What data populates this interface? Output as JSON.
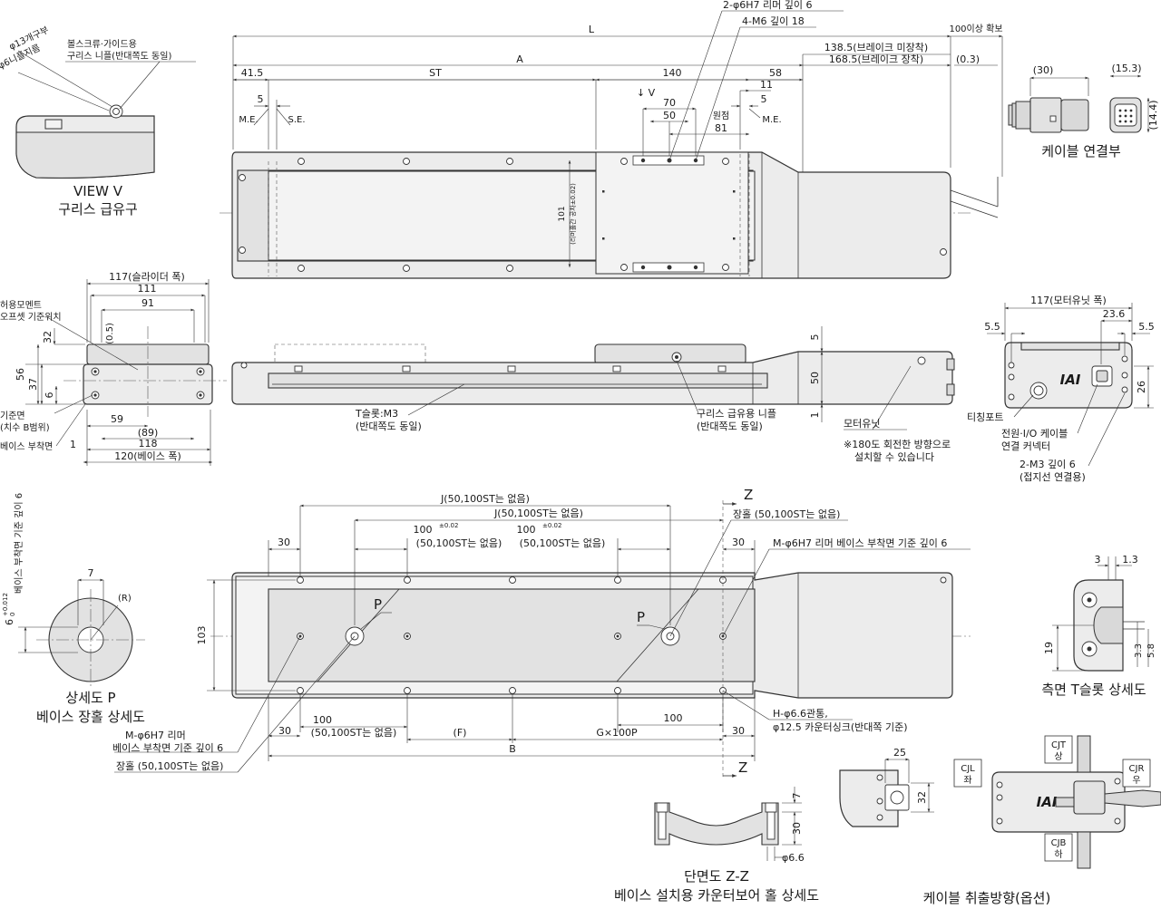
{
  "top_view": {
    "L": "L",
    "A": "A",
    "d41_5": "41.5",
    "ST": "ST",
    "d140": "140",
    "d58": "58",
    "d5_left": "5",
    "ME_left": "M.E.",
    "SE": "S.E.",
    "arrow_v": "↓ V",
    "d70": "70",
    "d50": "50",
    "origin": "원점",
    "d81": "81",
    "d11": "11",
    "d5_right": "5",
    "ME_right": "M.E.",
    "reamer_note": "2-φ6H7 리머 깊이 6",
    "m6_note": "4-M6 깊이 18",
    "brake_none": "138.5(브레이크 미장착)",
    "brake_with": "168.5(브레이크 장착)",
    "min100": "100이상 확보",
    "d0_3": "(0.3)",
    "d101": "101",
    "d101_sub": "(리머홀간 공차±0.02)"
  },
  "cable_conn": {
    "d30": "(30)",
    "d15_3": "(15.3)",
    "d14_4": "(14.4)",
    "label": "케이블 연결부"
  },
  "view_v": {
    "phi13": "φ13개구부",
    "phi6": "φ6니플지름",
    "nipple_l1": "볼스크류·가이드용",
    "nipple_l2": "구리스 니플(반대쪽도 동일)",
    "title1": "VIEW V",
    "title2": "구리스 급유구"
  },
  "front_view": {
    "d117": "117(슬라이더 폭)",
    "d111": "111",
    "d91": "91",
    "d0_5": "(0.5)",
    "d32": "32",
    "d56": "56",
    "d37": "37",
    "d6": "6",
    "d59": "59",
    "d89": "(89)",
    "d118": "118",
    "d1": "1",
    "d120": "120(베이스 폭)",
    "moment1": "허용모멘트",
    "moment2": "오프셋 기준위치",
    "ref1": "기준면",
    "ref2": "(치수 B범위)",
    "mount": "베이스 부착면"
  },
  "side_view": {
    "tslot1": "T슬롯:M3",
    "tslot2": "(반대쪽도 동일)",
    "grease1": "구리스 급유용 니플",
    "grease2": "(반대쪽도 동일)",
    "d5": "5",
    "d50": "50",
    "d1": "1",
    "motor1": "모터유닛",
    "motor2": "※180도 회전한 방향으로",
    "motor3": "설치할 수 있습니다"
  },
  "motor_end": {
    "d117": "117(모터유닛 폭)",
    "d5_5a": "5.5",
    "d23_6": "23.6",
    "d5_5b": "5.5",
    "d26": "26",
    "teaching": "티칭포트",
    "power1": "전원·I/O 케이블",
    "power2": "연결 커넥터",
    "m3_1": "2-M3 깊이 6",
    "m3_2": "(접지선 연결용)",
    "logo": "IAI"
  },
  "bottom_view": {
    "J1": "J(50,100ST는 없음)",
    "J2": "J(50,100ST는 없음)",
    "Z_top": "Z",
    "Z_bottom": "Z",
    "slot_note": "장홀 (50,100ST는 없음)",
    "d30_tl": "30",
    "d100a": "100",
    "d100a_tol": "±0.02",
    "d100a_sub": "(50,100ST는 없음)",
    "d100b": "100",
    "d100b_tol": "±0.02",
    "d100b_sub": "(50,100ST는 없음)",
    "d30_tr": "30",
    "m_reamer": "M-φ6H7 리머 베이스 부착면 기준 깊이 6",
    "d103": "103",
    "P_left": "P",
    "P_right": "P",
    "d100c": "100",
    "d100c_sub": "(50,100ST는 없음)",
    "d30_bl": "30",
    "F": "(F)",
    "G": "G×100P",
    "d100d": "100",
    "d30_br": "30",
    "B": "B",
    "h_note1": "H-φ6.6관통,",
    "h_note2": "φ12.5 카운터싱크(반대쪽 기준)",
    "m_note1": "M-φ6H7 리머",
    "m_note2": "베이스 부착면 기준 깊이 6",
    "slot_note2": "장홀 (50,100ST는 없음)"
  },
  "detail_p": {
    "d7": "7",
    "R": "(R)",
    "d6": "6",
    "tol": "+0.012",
    "tol0": "0",
    "vert": "베이스 부착면 기준 깊이 6",
    "title1": "상세도 P",
    "title2": "베이스 장홀 상세도"
  },
  "tslot_detail": {
    "d3": "3",
    "d1_3": "1.3",
    "d19": "19",
    "d3_3": "3.3",
    "d5_8": "5.8",
    "title": "측면 T슬롯 상세도"
  },
  "section_zz": {
    "d7": "7",
    "d30": "30",
    "phi": "φ6.6",
    "title1": "단면도 Z-Z",
    "title2": "베이스 설치용 카운터보어 홀 상세도"
  },
  "small_conn": {
    "d25": "25",
    "d32": "32"
  },
  "cable_dir": {
    "cjt1": "CJT",
    "cjt2": "상",
    "cjl1": "CJL",
    "cjl2": "좌",
    "cjr1": "CJR",
    "cjr2": "우",
    "cjb1": "CJB",
    "cjb2": "하",
    "title": "케이블 취출방향(옵션)"
  }
}
